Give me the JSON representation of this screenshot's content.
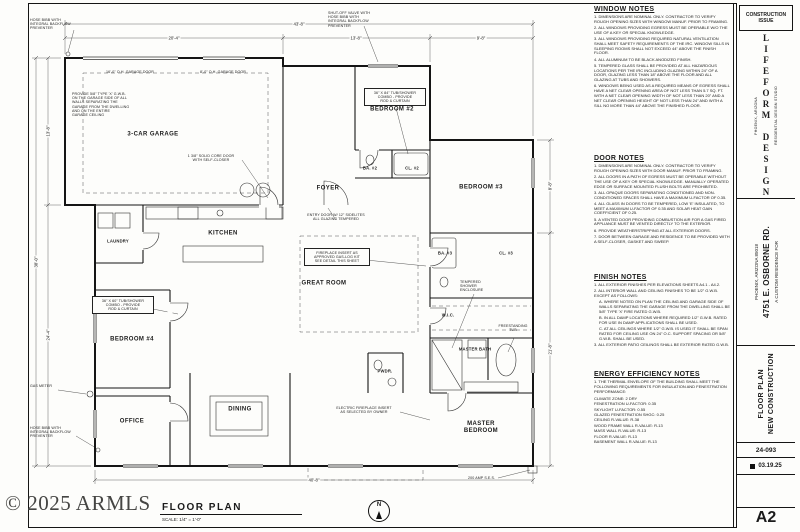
{
  "sheet": {
    "watermark": "© 2025 ARMLS"
  },
  "plan": {
    "title": "FLOOR PLAN",
    "scale": "SCALE: 1/4\" = 1'-0\"",
    "north": "N",
    "rooms": {
      "garage": "3-CAR GARAGE",
      "bedroom2": "BEDROOM #2",
      "bedroom3": "BEDROOM #3",
      "bedroom4": "BEDROOM #4",
      "kitchen": "KITCHEN",
      "foyer": "FOYER",
      "great_room": "GREAT ROOM",
      "office": "OFFICE",
      "dining": "DINING",
      "master_bedroom": "MASTER\nBEDROOM",
      "wic": "W.I.C.",
      "laundry": "LAUNDRY",
      "ba2": "BA. #2",
      "cl2": "CL. #2",
      "ba3": "BA. #3",
      "cl3": "CL. #3",
      "pwdr": "PWDR.",
      "master_bath": "MASTER BATH"
    },
    "annotations": {
      "hose_bibb_top": "HOSE BIBB WITH\nINTEGRAL BACKFLOW\nPREVENTER",
      "garage_door_16": "16'-0\" O.H. GARAGE DOOR",
      "garage_door_8": "8'-0\" O.H. GARAGE DOOR",
      "shutoff": "SHUT-OFF VALVE WITH\nHOSE BIBB WITH\nINTEGRAL BACKFLOW\nPREVENTER",
      "garage_gwb": "PROVIDE 5/8\" TYPE 'X' G.W.B.\nON THE GARAGE SIDE OF ALL\nWALLS SEPARATING THE\nGARAGE FROM THE DWELLING\nAND ON THE ENTIRE\nGARAGE CEILING",
      "solid_core": "1 3/8\" SOLID CORE DOOR\nWITH SELF-CLOSER",
      "tub_shower_2": "36\" X 84\" TUB/SHOWER\nCOMBO - PROVIDE\nROD & CURTAIN",
      "tub_shower_4": "36\" X 60\" TUB/SHOWER\nCOMBO - PROVIDE\nROD & CURTAIN",
      "entry_door": "ENTRY DOOR W/ 12\" SIDELITES\nALL GLAZING TEMPERED",
      "fireplace": "FIREPLACE INSERT AS\nAPPROVED GAS-LOG KIT\nSEE DETAIL THIS SHEET",
      "shower_enclosure": "TEMPERED\nSHOWER\nENCLOSURE",
      "freestanding_tub": "FREESTANDING\nTUB",
      "electric_fireplace": "ELECTRIC FIREPLACE INSERT\nAS SELECTED BY OWNER",
      "hose_bibb_bottom": "HOSE BIBB WITH\nINTEGRAL BACKFLOW\nPREVENTER",
      "gas_meter": "GAS METER",
      "ses": "200 AMP S.E.S."
    },
    "dims": {
      "top1": "20'-4\"",
      "top2": "13'-8\"",
      "top3": "9'-8\"",
      "top_overall": "43'-8\"",
      "left1": "13'-8\"",
      "left2": "24'-4\"",
      "left_overall": "38'-0\"",
      "right1": "8'-8\"",
      "right2": "21'-8\"",
      "bottom_overall": "40'-8\""
    }
  },
  "notes": {
    "window": {
      "title": "WINDOW NOTES",
      "items": [
        "1. DIMENSIONS ARE NOMINAL ONLY. CONTRACTOR TO VERIFY ROUGH OPENING SIZES WITH WINDOW MANUF. PRIOR TO FRAMING.",
        "2. ALL WINDOWS PROVIDING EGRESS MUST BE OPERABLE W/O THE USE OF A KEY OR SPECIAL KNOWLEDGE.",
        "3. ALL WINDOWS PROVIDING REQUIRED NATURAL VENTILATION SHALL MEET SAFETY REQUIREMENTS OF THE IRC. WINDOW SILLS IN SLEEPING ROOMS SHALL NOT EXCEED 44\" ABOVE THE FINISH FLOOR.",
        "4. ALL ALUMINUM TO BE BLACK ANODIZED FINISH.",
        "5. TEMPERED GLASS SHALL BE PROVIDED AT ALL HAZARDOUS LOCATIONS PER THE IRC INCLUDING GLAZING WITHIN 24\" OF A DOOR, GLAZING LESS THAN 18\" ABOVE THE FLOOR AND ALL GLAZING AT TUBS AND SHOWERS.",
        "6. WINDOWS BEING USED AS A REQUIRED MEANS OF EGRESS SHALL HAVE A NET CLEAR OPENING AREA OF NOT LESS THAN 5.7 SQ. FT. WITH A NET CLEAR OPENING WIDTH OF NOT LESS THAN 20\" AND A NET CLEAR OPENING HEIGHT OF NOT LESS THAN 24\" AND WITH A SILL NO MORE THAN 44\" ABOVE THE FINISHED FLOOR."
      ]
    },
    "door": {
      "title": "DOOR NOTES",
      "items": [
        "1. DIMENSIONS ARE NOMINAL ONLY. CONTRACTOR TO VERIFY ROUGH OPENING SIZES WITH DOOR MANUF. PRIOR TO FRAMING.",
        "2. ALL DOORS IN A PATH OF EGRESS MUST BE OPERABLE WITHOUT THE USE OF A KEY OR SPECIAL KNOWLEDGE. MANUALLY OPERATED EDGE OR SURFACE MOUNTED FLUSH BOLTS ARE PROHIBITED.",
        "3. ALL OPAQUE DOORS SEPARATING CONDITIONED AND NON-CONDITIONED SPACES SHALL HAVE A MAXIMUM U-FACTOR OF 0.35.",
        "4. ALL GLASS IN DOORS TO BE TEMPERED, LOW 'E' INSULATED, TO MEET A MAXIMUM U-FACTOR OF 0.35 AND SOLAR HEAT GAIN COEFFICIENT OF 0.25.",
        "5. A VENTED DOOR PROVIDING COMBUSTION AIR FOR A GAS FIRED APPLIANCE MUST BE VENTED DIRECTLY TO THE EXTERIOR.",
        "6. PROVIDE WEATHERSTRIPPING AT ALL EXTERIOR DOORS.",
        "7. DOOR BETWEEN GARAGE AND RESIDENCE TO BE PROVIDED WITH A SELF-CLOSER, GASKET AND SWEEP."
      ]
    },
    "finish": {
      "title": "FINISH NOTES",
      "items": [
        "1. ALL EXTERIOR FINISHES PER ELEVATIONS SHEETS A4.1 - A4.2.",
        "2. ALL INTERIOR WALL AND CEILING FINISHES TO BE 1/2\" G.W.B. EXCEPT AS FOLLOWS:",
        "A. WHERE NOTED ON PLAN THE CEILING AND GARAGE SIDE OF WALLS SEPARATING THE GARAGE FROM THE DWELLING SHALL BE 5/8\" TYPE 'X' FIRE RATED G.W.B.",
        "B. IN ALL DAMP LOCATIONS WHERE REQUIRED 1/2\" G.W.B. RATED FOR USE IN DAMP APPLICATIONS SHALL BE USED.",
        "C. AT ALL CEILINGS WHERE 1/2\" G.W.B. IS USED IT SHALL BE SPAN RATED FOR CEILING USE ON 24\" O.C. SUPPORT SPACING OR 5/8\" G.W.B. SHALL BE USED.",
        "3. ALL EXTERIOR PATIO CEILINGS SHALL BE EXTERIOR RATED G.W.B."
      ]
    },
    "energy": {
      "title": "ENERGY EFFICIENCY NOTES",
      "intro": "1. THE THERMAL ENVELOPE OF THE BUILDING SHALL MEET THE FOLLOWING REQUIREMENTS FOR INSULATION AND FENESTRATION PERFORMANCE:",
      "items": [
        "CLIMATE ZONE: 2 DRY",
        "FENESTRATION U-FACTOR: 0.35",
        "SKYLIGHT U-FACTOR: 0.55",
        "GLAZED FENESTRATION SHGC: 0.25",
        "CEILING R-VALUE: R-38",
        "WOOD FRAME WALL R-VALUE: R-13",
        "MASS WALL R-VALUE: R-13",
        "FLOOR R-VALUE: R-13",
        "BASEMENT WALL R-VALUE: R-13"
      ]
    }
  },
  "title_block": {
    "issue": "CONSTRUCTION\nISSUE",
    "firm_name": "LIFEFORM DESIGN",
    "firm_sub1": "RESIDENTIAL DESIGN STUDIO",
    "firm_sub2": "PHOENIX, ARIZONA",
    "project_for": "A CUSTOM RESIDENCE FOR",
    "project_address": "4751 E. OSBORNE RD.",
    "project_city": "PHOENIX, ARIZONA 85018",
    "sheet_title1": "NEW CONSTRUCTION",
    "sheet_title2": "FLOOR PLAN",
    "job_number": "24-093",
    "issue_date": "03.19.25",
    "sheet_number": "A2"
  }
}
